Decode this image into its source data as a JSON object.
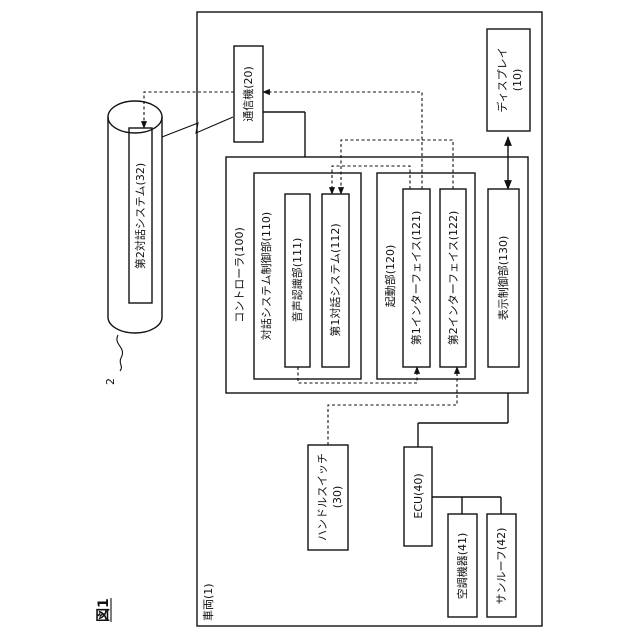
{
  "figure_label": "図1",
  "vehicle": {
    "label": "車両(1)"
  },
  "display": {
    "label": "ディスプレイ",
    "ref": "(10)"
  },
  "comm": {
    "label": "通信機(20)"
  },
  "dialogue2": {
    "label": "第2対話システム(32)",
    "ref_number": "2"
  },
  "controller": {
    "label": "コントローラ(100)"
  },
  "dialogue_ctrl": {
    "label": "対話システム制御部(110)"
  },
  "speech_rec": {
    "label": "音声認識部(111)"
  },
  "dialogue1": {
    "label": "第1対話システム(112)"
  },
  "starter": {
    "label": "起動部(120)"
  },
  "if1": {
    "label": "第1インターフェイス(121)"
  },
  "if2": {
    "label": "第2インターフェイス(122)"
  },
  "display_ctrl": {
    "label": "表示制御部(130)"
  },
  "handle_switch": {
    "label": "ハンドルスイッチ",
    "ref": "(30)"
  },
  "ecu": {
    "label": "ECU(40)"
  },
  "aircon": {
    "label": "空調機器(41)"
  },
  "sunroof": {
    "label": "サンルーフ(42)"
  }
}
